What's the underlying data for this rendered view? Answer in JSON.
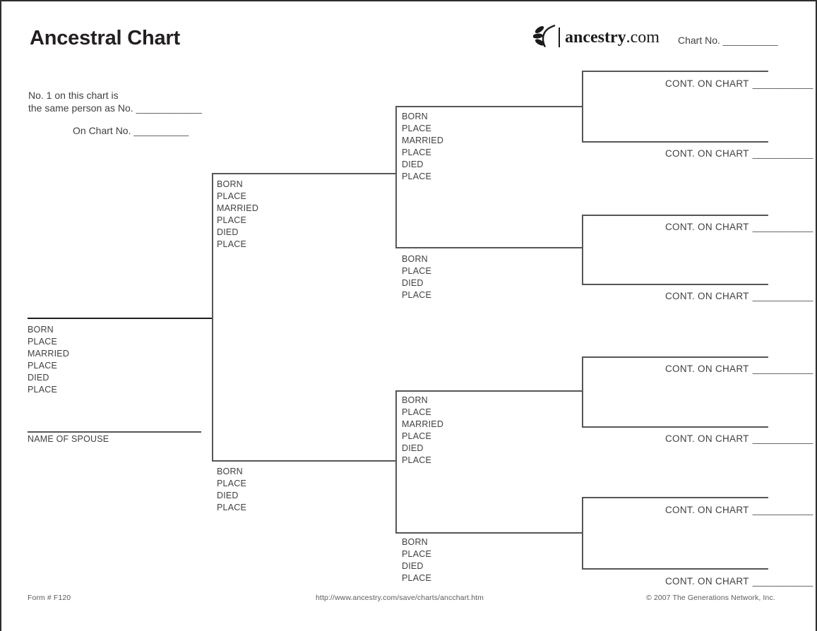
{
  "page": {
    "title": "Ancestral Chart"
  },
  "brand": {
    "name": "ancestry",
    "domain": ".com",
    "icon": "ancestry-leaf-icon"
  },
  "chart_no": {
    "label": "Chart No.",
    "blank": "__________"
  },
  "reference": {
    "line1": "No. 1 on this chart is",
    "line2": "the same person as No.",
    "line2_blank": "____________",
    "line3": "On Chart No.",
    "line3_blank": "__________"
  },
  "fields": {
    "full": [
      "BORN",
      "PLACE",
      "MARRIED",
      "PLACE",
      "DIED",
      "PLACE"
    ],
    "short": [
      "BORN",
      "PLACE",
      "DIED",
      "PLACE"
    ],
    "spouse_label": "NAME OF SPOUSE"
  },
  "cont": {
    "label": "CONT. ON CHART",
    "blank": "___________"
  },
  "footer": {
    "form_number": "Form # F120",
    "url": "http://www.ancestry.com/save/charts/ancchart.htm",
    "copyright": "© 2007 The Generations Network, Inc."
  }
}
